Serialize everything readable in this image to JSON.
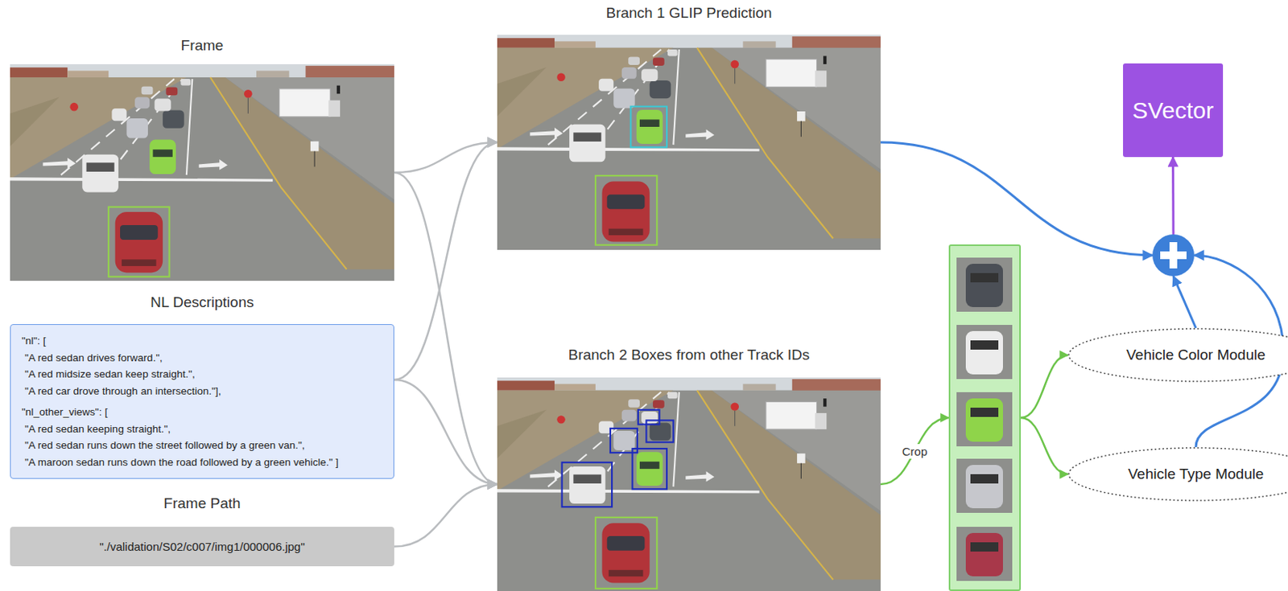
{
  "diagram": {
    "nodes": [
      {
        "text": [
          "Frame"
        ]
      },
      {
        "text": [
          "NL Descriptions",
          "\"nl\": [",
          "\"A red sedan drives forward.\",",
          "\"A red midsize sedan keep straight.\",",
          "\"A red car drove through an intersection.\"],",
          "\"nl_other_views\": [",
          "\"A red sedan keeping straight.\",",
          "\"A red sedan runs down the street followed by a green van.\",",
          "\"A maroon sedan runs down the road followed by a green vehicle.\" ]"
        ]
      },
      {
        "text": [
          "Frame Path",
          "\"./validation/S02/c007/img1/000006.jpg\""
        ]
      },
      {
        "text": [
          "Branch 1 GLIP Prediction"
        ]
      },
      {
        "text": [
          "Branch 2 Boxes from other Track IDs"
        ]
      },
      {
        "text": [
          "SVector"
        ]
      },
      {
        "text": []
      },
      {
        "text": []
      },
      {
        "text": [
          "Vehicle Color Module"
        ]
      },
      {
        "text": [
          "Vehicle Type Module"
        ]
      }
    ],
    "edges": [
      {
        "from": 0,
        "to": 3,
        "arrow": "to"
      },
      {
        "from": 0,
        "to": 4,
        "arrow": "to"
      },
      {
        "from": 1,
        "to": 3,
        "arrow": "to"
      },
      {
        "from": 1,
        "to": 4,
        "arrow": "to"
      },
      {
        "from": 2,
        "to": 4,
        "arrow": "to"
      },
      {
        "from": 3,
        "to": 6,
        "arrow": "to"
      },
      {
        "from": 4,
        "to": 7,
        "label": "Crop",
        "arrow": "to"
      },
      {
        "from": 7,
        "to": 8,
        "arrow": "to"
      },
      {
        "from": 7,
        "to": 9,
        "arrow": "to"
      },
      {
        "from": 8,
        "to": 6,
        "arrow": "to"
      },
      {
        "from": 9,
        "to": 6,
        "arrow": "to"
      },
      {
        "from": 6,
        "to": 5,
        "arrow": "to"
      }
    ]
  }
}
